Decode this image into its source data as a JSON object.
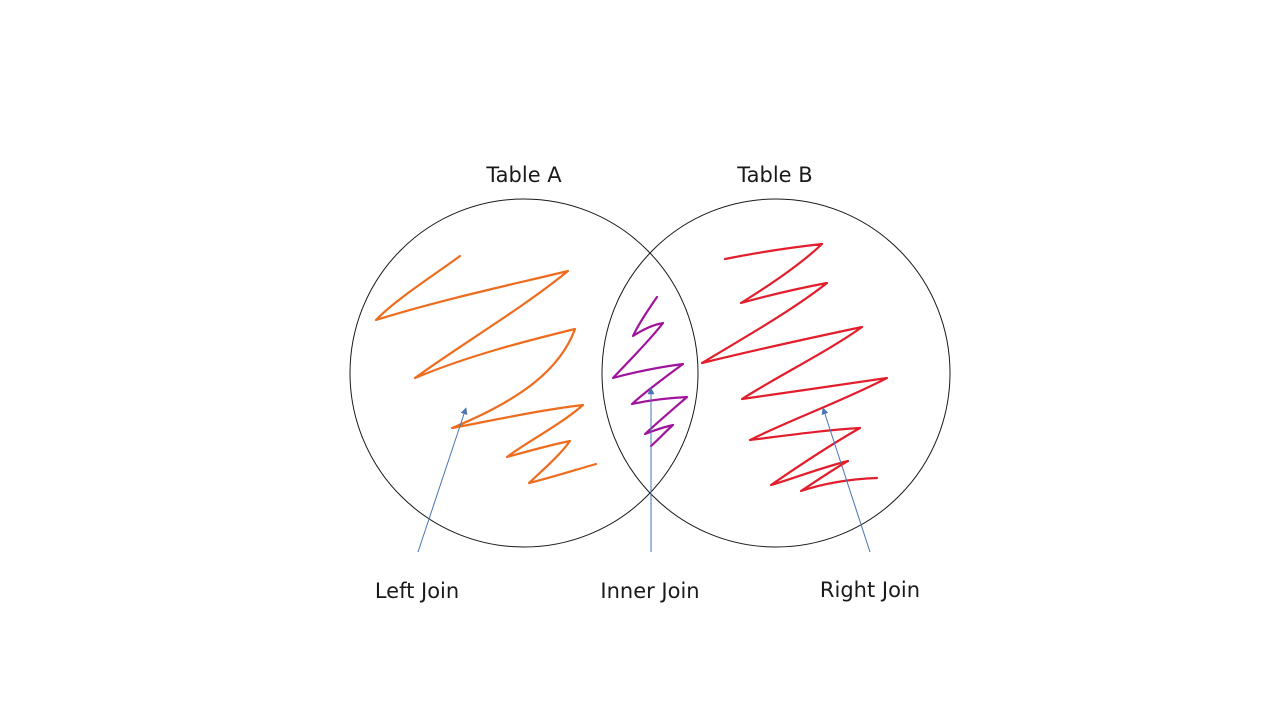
{
  "diagram": {
    "table_a_label": "Table A",
    "table_b_label": "Table B",
    "left_join_label": "Left Join",
    "inner_join_label": "Inner Join",
    "right_join_label": "Right Join"
  },
  "colors": {
    "left_scribble": "#ed6c1e",
    "inner_scribble": "#a0149c",
    "right_scribble": "#e31e2c",
    "arrow": "#4a74b4",
    "circle_outline": "#1a1a1a"
  }
}
